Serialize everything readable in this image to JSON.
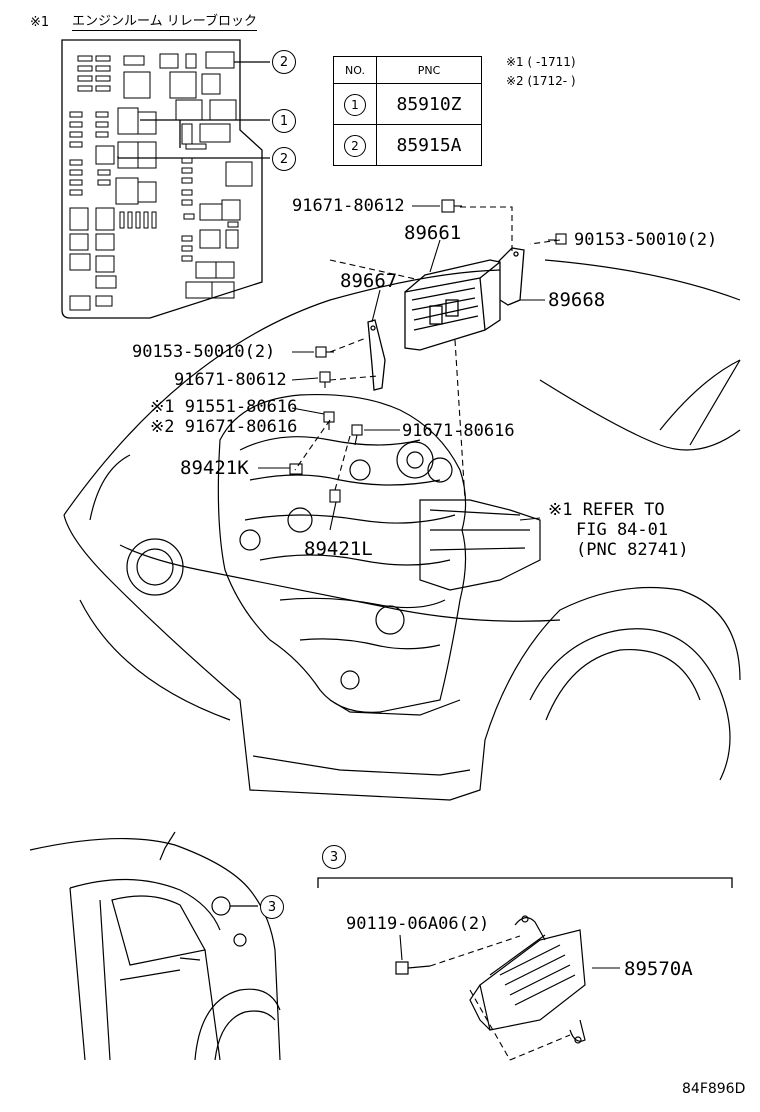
{
  "relay_block": {
    "marker": "※1",
    "title": "エンジンルーム リレーブロック"
  },
  "pnc_table": {
    "headers": [
      "NO.",
      "PNC"
    ],
    "rows": [
      {
        "no": "1",
        "pnc": "85910Z"
      },
      {
        "no": "2",
        "pnc": "85915A"
      }
    ]
  },
  "notes": {
    "note1": "※1 (    -1711)",
    "note2": "※2 (1712-     )"
  },
  "callouts": {
    "one": "1",
    "two": "2",
    "three": "3"
  },
  "parts": {
    "p91671_80612_top": "91671-80612",
    "p89661": "89661",
    "p90153_50010_right": "90153-50010(2)",
    "p89667": "89667",
    "p89668": "89668",
    "p90153_50010_left": "90153-50010(2)",
    "p91671_80612_left": "91671-80612",
    "p91551_80616": "※1 91551-80616",
    "p91671_80616_l": "※2 91671-80616",
    "p91671_80616_r": "91671-80616",
    "p89421K": "89421K",
    "p89421L": "89421L",
    "refer1": "※1 REFER TO",
    "refer2": "FIG 84-01",
    "refer3": "(PNC 82741)",
    "p90119_06A06": "90119-06A06(2)",
    "p89570A": "89570A"
  },
  "figure_code": "84F896D"
}
